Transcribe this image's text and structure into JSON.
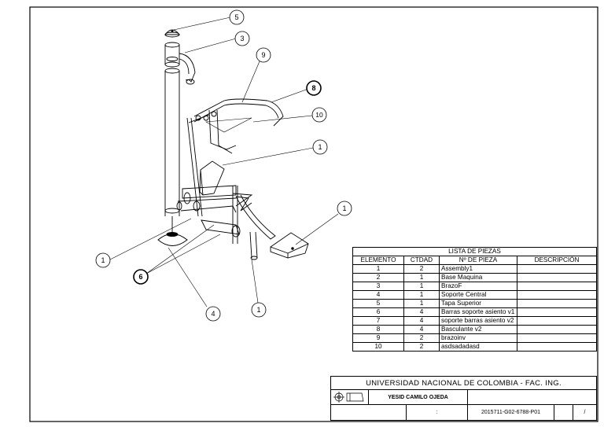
{
  "balloons": [
    {
      "id": "b5",
      "label": "5"
    },
    {
      "id": "b3",
      "label": "3"
    },
    {
      "id": "b9",
      "label": "9"
    },
    {
      "id": "b8",
      "label": "8"
    },
    {
      "id": "b10",
      "label": "10"
    },
    {
      "id": "b1a",
      "label": "1"
    },
    {
      "id": "b1b",
      "label": "1"
    },
    {
      "id": "b1c",
      "label": "1"
    },
    {
      "id": "b6",
      "label": "6"
    },
    {
      "id": "b4",
      "label": "4"
    },
    {
      "id": "b1d",
      "label": "1"
    }
  ],
  "parts_list": {
    "caption": "LISTA DE PIEZAS",
    "headers": [
      "ELEMENTO",
      "CTDAD",
      "Nº DE PIEZA",
      "DESCRIPCIÓN"
    ],
    "rows": [
      {
        "item": "1",
        "qty": "2",
        "part": "Assembly1",
        "desc": ""
      },
      {
        "item": "2",
        "qty": "1",
        "part": "Base Maquina",
        "desc": ""
      },
      {
        "item": "3",
        "qty": "1",
        "part": "BrazoF",
        "desc": ""
      },
      {
        "item": "4",
        "qty": "1",
        "part": "Soporte Central",
        "desc": ""
      },
      {
        "item": "5",
        "qty": "1",
        "part": "Tapa Superior",
        "desc": ""
      },
      {
        "item": "6",
        "qty": "4",
        "part": "Barras soporte asiento v1",
        "desc": ""
      },
      {
        "item": "7",
        "qty": "4",
        "part": "soporte barras asiento v2",
        "desc": ""
      },
      {
        "item": "8",
        "qty": "4",
        "part": "Basculante v2",
        "desc": ""
      },
      {
        "item": "9",
        "qty": "2",
        "part": "brazoinv",
        "desc": ""
      },
      {
        "item": "10",
        "qty": "2",
        "part": "asdsadadasd",
        "desc": ""
      }
    ]
  },
  "title_block": {
    "institution": "UNIVERSIDAD NACIONAL DE COLOMBIA - FAC. ING.",
    "author": "YESID CAMILO OJEDA",
    "scale_sep": ":",
    "drawing_no": "2015711-G02-6788-P01",
    "sheet_sep": "/"
  }
}
